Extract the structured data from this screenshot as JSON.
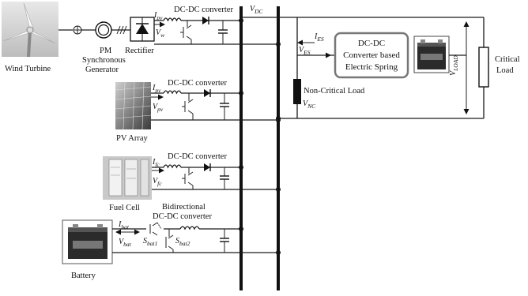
{
  "labels": {
    "wind_turbine": "Wind Turbine",
    "pmsg_1": "PM",
    "pmsg_2": "Synchronous",
    "pmsg_3": "Generator",
    "rectifier": "Rectifier",
    "dcdc_1": "DC-DC converter",
    "dcdc_2": "DC-DC converter",
    "dcdc_3": "DC-DC converter",
    "bidir_1": "Bidirectional",
    "bidir_2": "DC-DC converter",
    "pv_array": "PV Array",
    "fuel_cell": "Fuel Cell",
    "battery": "Battery",
    "v_dc": "V",
    "v_dc_sub": "DC",
    "es_box_1": "DC-DC",
    "es_box_2": "Converter based",
    "es_box_3": "Electric Spring",
    "i_es": "I",
    "i_es_sub": "ES",
    "v_es": "V",
    "v_es_sub": "ES",
    "noncrit": "Non-Critical Load",
    "v_nc": "V",
    "v_nc_sub": "NC",
    "v_load": "V",
    "v_load_sub": "LOAD",
    "critical_1": "Critical",
    "critical_2": "Load",
    "i_pv": "I",
    "i_pv_sub": "pv",
    "v_w": "V",
    "v_w_sub": "w",
    "i_pv2": "I",
    "i_pv2_sub": "pv",
    "v_pv": "V",
    "v_pv_sub": "pv",
    "i_fc": "I",
    "i_fc_sub": "fc",
    "v_fc": "V",
    "v_fc_sub": "fc",
    "i_bat": "I",
    "i_bat_sub": "bat",
    "v_bat": "V",
    "v_bat_sub": "bat",
    "s_bat1": "S",
    "s_bat1_sub": "bat1",
    "s_bat2": "S",
    "s_bat2_sub": "bat2"
  }
}
